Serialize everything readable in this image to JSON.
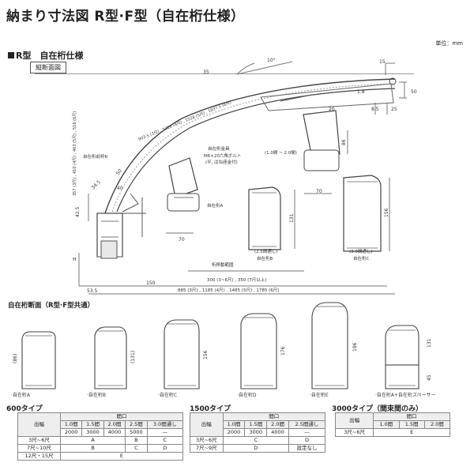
{
  "title": "納まり寸法図 R型·F型（自在桁仕様）",
  "unit_label": "単位：mm",
  "section_r": "R型　自在桁仕様",
  "longitudinal_label": "縦断面図",
  "drawing": {
    "angle": "10°",
    "dim_35": "35",
    "dim_15": "15",
    "dim_50_top": "50",
    "dim_1_8": "1.8",
    "dim_85": "8.5",
    "dim_25": "25",
    "dim_20": "20",
    "curve_lengths": "903.5 (3尺) , 1228 (4尺) , 1528 (5尺) , 1837.5 (6尺)",
    "vert_heights": "357 (3尺) , 410 (4尺) , 463 (5尺) , 516 (6尺)",
    "front_beam": "自在桁前枠R",
    "dim_50_left": "50",
    "dim_34_5": "34.5",
    "dim_40": "40",
    "dim_42_5": "42.5",
    "dim_h": "H",
    "dim_53_5": "53.5",
    "dim_150": "150",
    "dim_70_a": "70",
    "dim_70_b": "70",
    "dim_131": "131",
    "dim_156": "156",
    "dim_86": "86",
    "span_small": "(1.0間 ~ 2.0間)",
    "bracket_label": "自在桁金具",
    "bolt_label": "M6×20六角ボルト",
    "washer_label": "(平, ばね座金付)",
    "beam_a": "自在桁A",
    "beam_b_span": "(2.5間通し)",
    "beam_b": "自在桁B",
    "beam_c_span": "(3.0間通し)",
    "beam_c": "自在桁C",
    "move_range": "桁移動範囲",
    "move_values": "300 (3~6尺) , 350 (7尺以上)",
    "total_values": "885 (3尺) , 1185 (4尺) , 1485 (5尺) , 1785 (6尺)"
  },
  "beam_section_title": "自在桁断面（R型·F型共通）",
  "beams": [
    {
      "name": "·自在桁A",
      "dim": "(86)"
    },
    {
      "name": "·自在桁B",
      "dim": "(131)"
    },
    {
      "name": "·自在桁C",
      "dim": "156"
    },
    {
      "name": "·自在桁D",
      "dim": "176"
    },
    {
      "name": "·自在桁E",
      "dim": "196"
    },
    {
      "name": "·自在桁A+自在桁スペーサー",
      "dim_a": "131",
      "dim_b": "45"
    }
  ],
  "tables": {
    "t600": {
      "title": "600タイプ",
      "row_head": "出幅",
      "col_group": "間口",
      "cols": [
        "1.0間",
        "1.5間",
        "2.0間",
        "2.5間",
        "3.0間通し"
      ],
      "mm": [
        "2000",
        "3000",
        "4000",
        "5000",
        "—"
      ],
      "rows": [
        {
          "label": "3尺~6尺",
          "ab": "A",
          "c4": "B",
          "c5": "C"
        },
        {
          "label": "7尺~10尺",
          "ab": "B",
          "c4": "C",
          "c5": "D"
        },
        {
          "label": "12尺・15尺",
          "ab": "E"
        }
      ]
    },
    "t1500": {
      "title": "1500タイプ",
      "row_head": "出幅",
      "col_group": "間口",
      "cols": [
        "1.0間",
        "1.5間",
        "2.0間",
        "2.5間通し"
      ],
      "mm": [
        "2000",
        "3000",
        "4000",
        "—"
      ],
      "rows": [
        {
          "label": "3尺~6尺",
          "c13": "C",
          "c4": "D"
        },
        {
          "label": "7尺~9尺",
          "c13": "D",
          "c4": "設定なし"
        }
      ]
    },
    "t3000": {
      "title": "3000タイプ（間束間のみ）",
      "row_head": "出幅",
      "col_group": "間口",
      "cols": [
        "1.0間",
        "1.5間",
        "2.0間"
      ],
      "rows": [
        {
          "label": "3尺~6尺",
          "val": "E"
        }
      ]
    }
  }
}
